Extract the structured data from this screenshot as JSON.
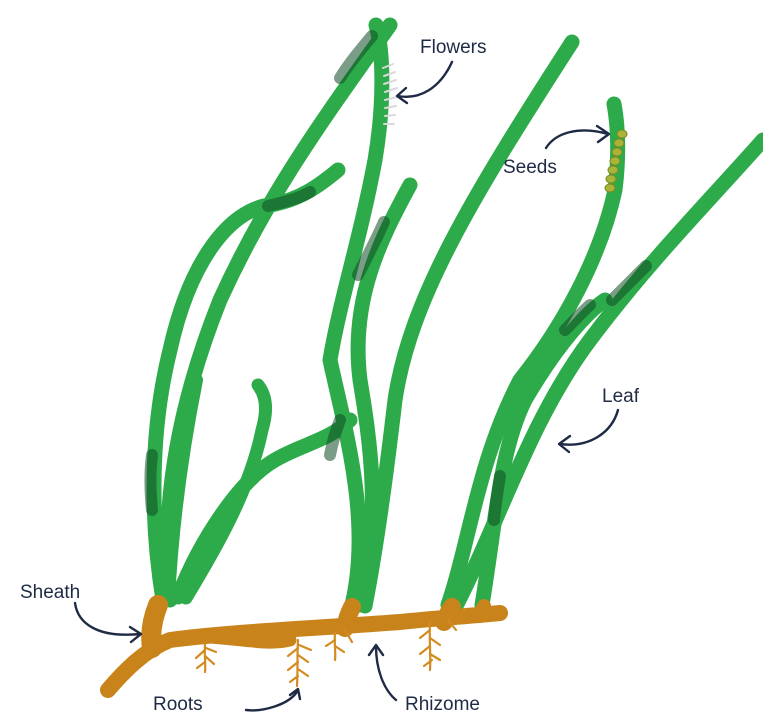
{
  "colors": {
    "leaf": "#2dab4a",
    "leaf_shadow": "#0f4a22",
    "rhizome": "#c8841a",
    "roots": "#d38b1f",
    "seeds": "#a9b43a",
    "flowers": "#d9d9d9",
    "label_text": "#1f2a44",
    "background": "#ffffff"
  },
  "labels": {
    "flowers": "Flowers",
    "seeds": "Seeds",
    "leaf": "Leaf",
    "sheath": "Sheath",
    "roots": "Roots",
    "rhizome": "Rhizome"
  }
}
